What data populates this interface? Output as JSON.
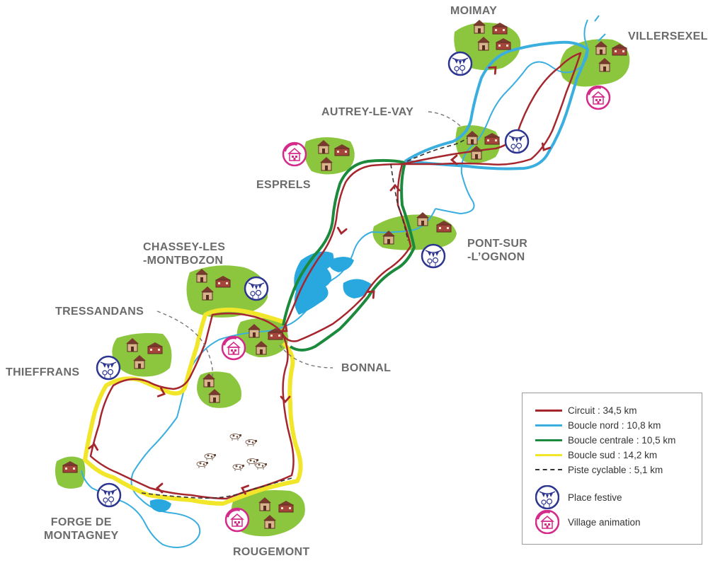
{
  "places": [
    {
      "id": "moimay",
      "name": "MOIMAY"
    },
    {
      "id": "villersexel",
      "name": "VILLERSEXEL"
    },
    {
      "id": "autrey",
      "name": "AUTREY-LE-VAY"
    },
    {
      "id": "esprels",
      "name": "ESPRELS"
    },
    {
      "id": "pont",
      "name": "PONT-SUR\n-L’OGNON"
    },
    {
      "id": "chassey",
      "name": "CHASSEY-LES\n-MONTBOZON"
    },
    {
      "id": "tressandans",
      "name": "TRESSANDANS"
    },
    {
      "id": "bonnal",
      "name": "BONNAL"
    },
    {
      "id": "thieffrans",
      "name": "THIEFFRANS"
    },
    {
      "id": "forge",
      "name": "FORGE DE\nMONTAGNEY"
    },
    {
      "id": "rougemont",
      "name": "ROUGEMONT"
    }
  ],
  "legend": {
    "circuit": {
      "label": "Circuit : 34,5 km",
      "color": "#a6262e"
    },
    "nord": {
      "label": "Boucle nord : 10,8 km",
      "color": "#3aaedf"
    },
    "centrale": {
      "label": "Boucle centrale : 10,5 km",
      "color": "#1c8a3c"
    },
    "sud": {
      "label": "Boucle sud : 14,2 km",
      "color": "#f2e62a"
    },
    "piste": {
      "label": "Piste cyclable : 5,1 km",
      "color": "#333333"
    },
    "festive": {
      "label": "Place festive",
      "color": "#2c3590",
      "icon": "festive-place-icon"
    },
    "animation": {
      "label": "Village animation",
      "color": "#d42a8a",
      "icon": "village-animation-icon"
    }
  },
  "colors": {
    "land": "#8cc63f",
    "river": "#3aaedf",
    "lake": "#29a8e0",
    "house_roof": "#7a3b2e",
    "house_wall": "#c9a27a"
  }
}
